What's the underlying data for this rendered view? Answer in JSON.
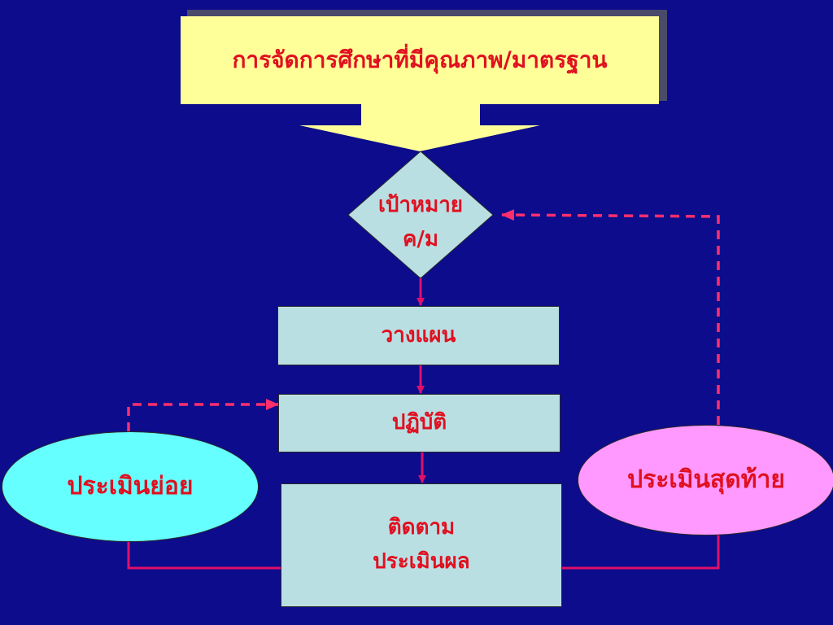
{
  "diagram": {
    "title": "การจัดการศึกษาที่มีคุณภาพ/มาตรฐาน",
    "goal": {
      "line1": "เป้าหมาย",
      "line2": "ค/ม"
    },
    "plan": "วางแผน",
    "do": "ปฏิบัติ",
    "monitor": {
      "line1": "ติดตาม",
      "line2": "ประเมินผล"
    },
    "formative_eval": "ประเมินย่อย",
    "summative_eval": "ประเมินสุดท้าย"
  },
  "colors": {
    "background": "#0c0c8c",
    "title_fill": "#ffff99",
    "text_red": "#e01020",
    "box_fill": "#b9dfe3",
    "formative_fill": "#66ffff",
    "summative_fill": "#ff99ff",
    "connector_solid": "#e0106a",
    "connector_dashed": "#ff2f6e"
  }
}
